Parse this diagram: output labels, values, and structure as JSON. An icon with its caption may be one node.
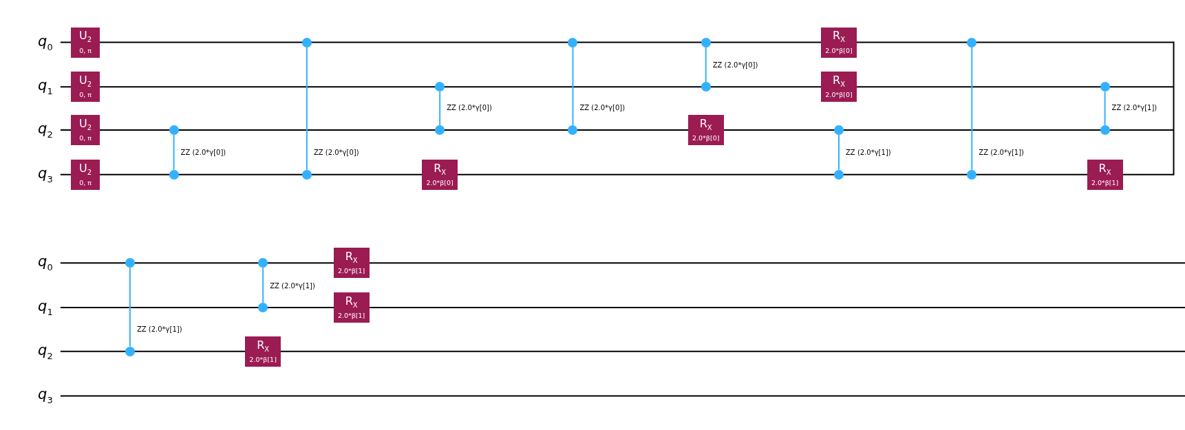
{
  "diagram": {
    "nodes": [
      {
        "text": [
          "U$_{2}$",
          "0, π"
        ]
      },
      {
        "text": [
          "U$_{2}$",
          "0, π"
        ]
      },
      {
        "text": [
          "U$_{2}$",
          "0, π"
        ]
      },
      {
        "text": [
          "U$_{2}$",
          "0, π"
        ]
      },
      {
        "text": [],
        "shape": "circle"
      },
      {
        "text": [],
        "shape": "circle"
      },
      {
        "text": [],
        "shape": "circle"
      },
      {
        "text": [],
        "shape": "circle"
      },
      {
        "text": [],
        "shape": "circle"
      },
      {
        "text": [],
        "shape": "circle"
      },
      {
        "text": [
          "R$_{X}$",
          "2.0*β[0]"
        ]
      },
      {
        "text": [],
        "shape": "circle"
      },
      {
        "text": [],
        "shape": "circle"
      },
      {
        "text": [],
        "shape": "circle"
      },
      {
        "text": [],
        "shape": "circle"
      },
      {
        "text": [
          "R$_{X}$",
          "2.0*β[0]"
        ]
      },
      {
        "text": [
          "R$_{X}$",
          "2.0*β[0]"
        ]
      },
      {
        "text": [
          "R$_{X}$",
          "2.0*β[0]"
        ]
      },
      {
        "text": [],
        "shape": "circle"
      },
      {
        "text": [],
        "shape": "circle"
      },
      {
        "text": [],
        "shape": "circle"
      },
      {
        "text": [],
        "shape": "circle"
      },
      {
        "text": [],
        "shape": "circle"
      },
      {
        "text": [],
        "shape": "circle"
      },
      {
        "text": [
          "R$_{X}$",
          "2.0*β[1]"
        ]
      },
      {
        "text": [],
        "shape": "circle"
      },
      {
        "text": [],
        "shape": "circle"
      },
      {
        "text": [],
        "shape": "circle"
      },
      {
        "text": [],
        "shape": "circle"
      },
      {
        "text": [
          "R$_{X}$",
          "2.0*β[1]"
        ]
      },
      {
        "text": [
          "R$_{X}$",
          "2.0*β[1]"
        ]
      },
      {
        "text": [
          "R$_{X}$",
          "2.0*β[1]"
        ]
      }
    ],
    "edges": [
      {
        "from": 4,
        "to": 5,
        "arrow": "none",
        "label": "ZZ (2.0*γ[0])"
      },
      {
        "from": 6,
        "to": 7,
        "arrow": "none",
        "label": "ZZ (2.0*γ[0])"
      },
      {
        "from": 8,
        "to": 9,
        "arrow": "none",
        "label": "ZZ (2.0*γ[0])"
      },
      {
        "from": 11,
        "to": 12,
        "arrow": "none",
        "label": "ZZ (2.0*γ[0])"
      },
      {
        "from": 13,
        "to": 14,
        "arrow": "none",
        "label": "ZZ (2.0*γ[0])"
      },
      {
        "from": 18,
        "to": 19,
        "arrow": "none",
        "label": "ZZ (2.0*γ[1])"
      },
      {
        "from": 20,
        "to": 21,
        "arrow": "none",
        "label": "ZZ (2.0*γ[1])"
      },
      {
        "from": 22,
        "to": 23,
        "arrow": "none",
        "label": "ZZ (2.0*γ[1])"
      },
      {
        "from": 25,
        "to": 26,
        "arrow": "none",
        "label": "ZZ (2.0*γ[1])"
      },
      {
        "from": 27,
        "to": 28,
        "arrow": "none",
        "label": "ZZ (2.0*γ[1])"
      }
    ],
    "labels": [
      "q$_{0}$",
      "q$_{1}$",
      "q$_{2}$",
      "q$_{3}$",
      "q$_{0}$",
      "q$_{1}$",
      "q$_{2}$",
      "q$_{3}$"
    ]
  }
}
